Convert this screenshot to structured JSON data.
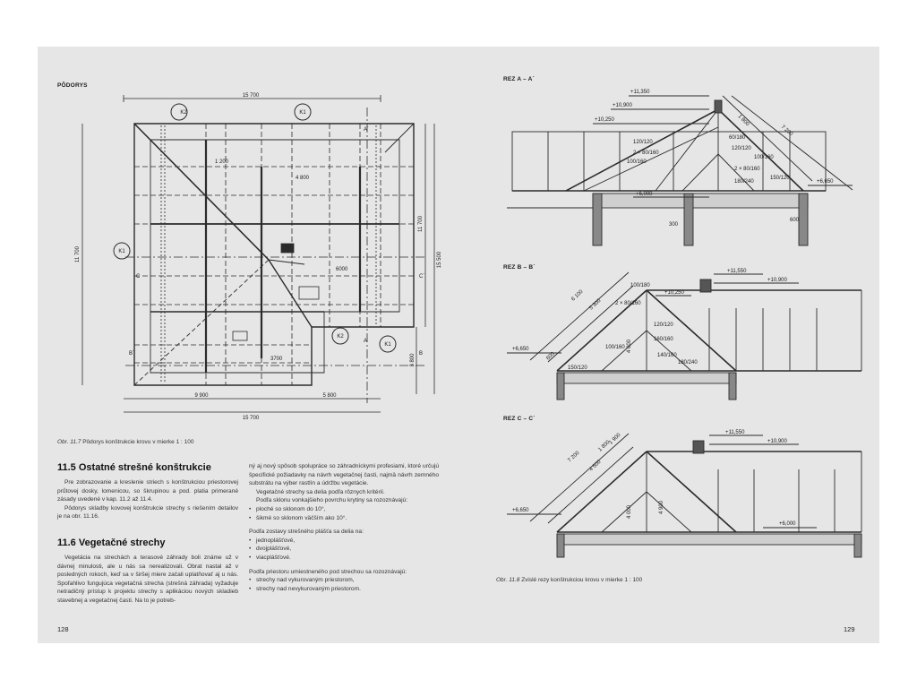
{
  "left_page": {
    "plan_heading": "PÔDORYS",
    "plan_caption_prefix": "Obr. 11.7",
    "plan_caption_text": "Pôdorys konštrukcie krovu v mierke 1 : 100",
    "plan_labels": {
      "k2_top": "K2",
      "k1_top": "K1",
      "k1_left": "K1",
      "k2_bottom": "K2",
      "k1_bottom": "K1",
      "c": "C",
      "c_prime": "C´",
      "b_prime": "B´",
      "b": "B",
      "a": "A",
      "a_prime": "A´",
      "dim_top": "15 700",
      "dim_bottom": "15 700",
      "dim_bottom_left": "9 900",
      "dim_bottom_right": "5 800",
      "dim_left": "11 700",
      "dim_right_a": "11 700",
      "dim_right_b": "15 500",
      "dim_right_c": "3 800",
      "grid_1200": "1 200",
      "grid_4800": "4 800",
      "grid_6000": "6000",
      "grid_3700": "3700"
    },
    "section_11_5": {
      "heading": "11.5  Ostatné strešné konštrukcie",
      "para1": "Pre zobrazovanie a kreslenie striech s konštrukciou priestorovej průtovej dosky, lomenicou, so škrupinou a pod. platia primerané zásady uvedené v kap. 11.2 až 11.4.",
      "para2": "Pôdorys skladby kovovej konštrukcie strechy s riešením detailov je na obr. 11.16."
    },
    "section_11_6": {
      "heading": "11.6  Vegetačné strechy",
      "para1": "Vegetácia na strechách a terasové záhrady boli známe už v dávnej minulosti, ale u nás sa nerealizovali. Obrat nastal až v posledných rokoch, keď sa v širšej miere začali uplatňovať aj u nás. Spoľahlivo fungujúca vegetačná strecha (strešná záhrada) vyžaduje netradičný prístup k projektu strechy s aplikáciou nových skladieb stavebnej a vegetačnej časti. Na to je potreb-"
    },
    "column2": {
      "para1": "ný aj nový spôsob spolupráce so záhradníckymi profesiami, ktoré určujú špecifické požiadavky na návrh vegetačnej časti, najmä návrh zemného substrátu na výber rastlín a údržbu vegetácie.",
      "para2": "Vegetačné strechy sa delia podľa rôznych kritérií.",
      "para3": "Podľa sklonu vonkajšieho povrchu krytiny sa rozoznávajú:",
      "list1": [
        "ploché so sklonom do 10°,",
        "šikmé so sklonom väčším ako 10°."
      ],
      "para4": "Podľa zostavy strešného plášťa sa delia na:",
      "list2": [
        "jednoplášťové,",
        "dvojplášťové,",
        "viacplášťové."
      ],
      "para5": "Podľa priestoru umiestneného pod strechou sa rozoznávajú:",
      "list3": [
        "strechy nad vykurovaným priestorom,",
        "strechy nad nevykurovaným priestorom."
      ]
    },
    "page_number": "128"
  },
  "right_page": {
    "section_aa": {
      "title": "REZ A – A´",
      "labels": {
        "lvl_11350": "+11,350",
        "lvl_10900": "+10,900",
        "lvl_10250": "+10,250",
        "lvl_6650": "+6,650",
        "lvl_6000": "+6,000",
        "d1800": "1 800",
        "d7200": "7 200",
        "d60_180": "60/180",
        "d120_120": "120/120",
        "d100_160": "100/160",
        "d2x80_160": "2 × 80/160",
        "d180_240": "180/240",
        "d150_120": "150/120",
        "d120_120b": "120/120",
        "d2x80_160b": "2 × 80/160",
        "d100_160b": "100/160",
        "d600": "600",
        "d300": "300"
      }
    },
    "section_bb": {
      "title": "REZ B – B´",
      "labels": {
        "lvl_11550": "+11,550",
        "lvl_10900": "+10,900",
        "lvl_10250": "+10,250",
        "lvl_6650": "+6,650",
        "d6100": "6 100",
        "d5300": "5 300",
        "d100_180": "100/180",
        "d2x80_160": "2 × 80/160",
        "d120_120": "120/120",
        "d160_160": "160/160",
        "d140_160": "140/160",
        "d180_240": "180/240",
        "d150_120": "150/120",
        "d100_160": "100/160",
        "d4000": "4 000",
        "d600": "600"
      }
    },
    "section_cc": {
      "title": "REZ C – C´",
      "labels": {
        "lvl_11550": "+11,550",
        "lvl_10900": "+10,900",
        "lvl_6650": "+6,650",
        "lvl_6000": "+6,000",
        "d7200": "7 200",
        "d4500": "4 500",
        "d1800": "1 800",
        "d1900": "1 900",
        "d4000": "4 000",
        "d4900": "4 900"
      }
    },
    "figure_caption_prefix": "Obr. 11.8",
    "figure_caption_text": "Zvislé rezy konštrukciou krovu v mierke 1 : 100",
    "page_number": "129"
  },
  "colors": {
    "page_bg": "#e6e6e6",
    "outer_bg": "#ffffff",
    "ink": "#1a1a1a",
    "line": "#2b2b2b"
  }
}
